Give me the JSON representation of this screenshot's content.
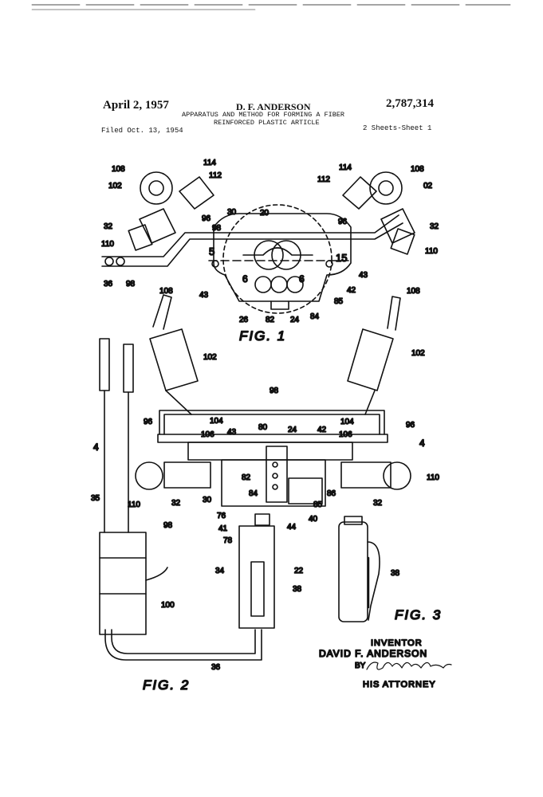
{
  "header": {
    "date": "April 2, 1957",
    "inventor_short": "D. F. ANDERSON",
    "patent_number": "2,787,314",
    "title_line1": "APPARATUS AND METHOD FOR FORMING A FIBER",
    "title_line2": "REINFORCED PLASTIC ARTICLE",
    "filed": "Filed Oct. 13, 1954",
    "sheets": "2 Sheets-Sheet 1"
  },
  "figures": {
    "fig1": "FIG. 1",
    "fig2": "FIG. 2",
    "fig3": "FIG. 3"
  },
  "fig1_refs": {
    "r108l": "108",
    "r102l": "102",
    "r114l": "114",
    "r112l": "112",
    "r32l": "32",
    "r110l": "110",
    "r36": "36",
    "r98l": "98",
    "r30": "30",
    "r20": "20",
    "r96l": "96",
    "r98t": "98",
    "r112r": "112",
    "r114r": "114",
    "r108r": "108",
    "r02r": "02",
    "r96r": "96",
    "r32r": "32",
    "r110r": "110",
    "r5": "5",
    "r15": "15",
    "r43l": "43",
    "r43r": "43",
    "r6l": "6",
    "r6r": "6",
    "r42": "42",
    "r85": "85",
    "r26": "26",
    "r82": "82",
    "r24": "24",
    "r84": "84"
  },
  "fig2_refs": {
    "r108l": "108",
    "r108r": "108",
    "r102l": "102",
    "r102r": "102",
    "r98": "98",
    "r96l": "96",
    "r96r": "96",
    "r104l": "104",
    "r104r": "104",
    "r106l": "106",
    "r106r": "106",
    "r43": "43",
    "r80": "80",
    "r24": "24",
    "r42": "42",
    "r4l": "4",
    "r4r": "4",
    "r110r": "110",
    "r110l": "110",
    "r82": "82",
    "r86": "86",
    "r85": "85",
    "r84": "84",
    "r30": "30",
    "r32l": "32",
    "r32r": "32",
    "r35": "35",
    "r98b": "98",
    "r76": "76",
    "r41": "41",
    "r44": "44",
    "r40": "40",
    "r78": "78",
    "r34": "34",
    "r22": "22",
    "r38": "38",
    "r100": "100",
    "r36": "36"
  },
  "fig3_refs": {
    "r38": "38"
  },
  "signature": {
    "inventor_heading": "INVENTOR",
    "inventor_name": "DAVID F. ANDERSON",
    "by": "BY",
    "attorney": "HIS ATTORNEY"
  }
}
